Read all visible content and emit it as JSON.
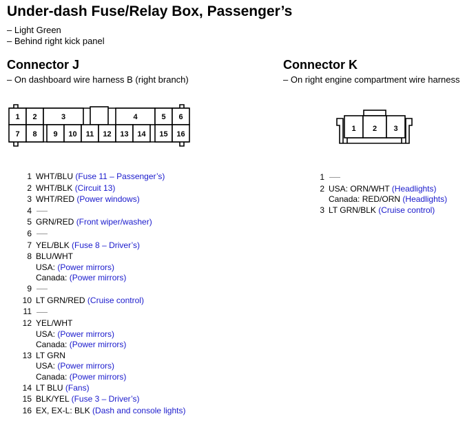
{
  "title": "Under-dash Fuse/Relay Box, Passenger’s",
  "notes": [
    "– Light Green",
    "– Behind right kick panel"
  ],
  "connectors": [
    {
      "name": "Connector J",
      "location": "– On dashboard wire harness B (right branch)",
      "cavities": [
        "1",
        "2",
        "3",
        "4",
        "5",
        "6",
        "7",
        "8",
        "9",
        "10",
        "11",
        "12",
        "13",
        "14",
        "15",
        "16"
      ],
      "pins": [
        {
          "num": "1",
          "wire": "WHT/BLU",
          "circuit": "(Fuse 11 – Passenger’s)"
        },
        {
          "num": "2",
          "wire": "WHT/BLK",
          "circuit": "(Circuit 13)"
        },
        {
          "num": "3",
          "wire": "WHT/RED",
          "circuit": "(Power windows)"
        },
        {
          "num": "4",
          "wire": "",
          "circuit": ""
        },
        {
          "num": "5",
          "wire": "GRN/RED",
          "circuit": "(Front wiper/washer)"
        },
        {
          "num": "6",
          "wire": "",
          "circuit": ""
        },
        {
          "num": "7",
          "wire": "YEL/BLK",
          "circuit": "(Fuse 8 – Driver’s)"
        },
        {
          "num": "8",
          "wire": "BLU/WHT",
          "circuit": "",
          "subs": [
            {
              "prefix": "USA:",
              "wire": "",
              "circuit": "(Power mirrors)"
            },
            {
              "prefix": "Canada:",
              "wire": "",
              "circuit": "(Power mirrors)"
            }
          ]
        },
        {
          "num": "9",
          "wire": "",
          "circuit": ""
        },
        {
          "num": "10",
          "wire": "LT GRN/RED",
          "circuit": "(Cruise control)"
        },
        {
          "num": "11",
          "wire": "",
          "circuit": ""
        },
        {
          "num": "12",
          "wire": "YEL/WHT",
          "circuit": "",
          "subs": [
            {
              "prefix": "USA:",
              "wire": "",
              "circuit": "(Power mirrors)"
            },
            {
              "prefix": "Canada:",
              "wire": "",
              "circuit": "(Power mirrors)"
            }
          ]
        },
        {
          "num": "13",
          "wire": "LT GRN",
          "circuit": "",
          "subs": [
            {
              "prefix": "USA:",
              "wire": "",
              "circuit": "(Power mirrors)"
            },
            {
              "prefix": "Canada:",
              "wire": "",
              "circuit": "(Power mirrors)"
            }
          ]
        },
        {
          "num": "14",
          "wire": "LT BLU",
          "circuit": "(Fans)"
        },
        {
          "num": "15",
          "wire": "BLK/YEL",
          "circuit": "(Fuse 3 – Driver’s)"
        },
        {
          "num": "16",
          "wire": "EX, EX-L: BLK",
          "circuit": "(Dash and console lights)"
        }
      ]
    },
    {
      "name": "Connector K",
      "location": "– On right engine compartment wire harness",
      "cavities": [
        "1",
        "2",
        "3"
      ],
      "pins": [
        {
          "num": "1",
          "wire": "",
          "circuit": ""
        },
        {
          "num": "2",
          "wire": "USA: ORN/WHT",
          "circuit": "(Headlights)",
          "subs": [
            {
              "prefix": "Canada:",
              "wire": "RED/ORN",
              "circuit": "(Headlights)"
            }
          ]
        },
        {
          "num": "3",
          "wire": "LT GRN/BLK",
          "circuit": "(Cruise control)"
        }
      ]
    }
  ],
  "colors": {
    "circuit_text": "#1a1acc",
    "empty_dash": "#999999"
  }
}
